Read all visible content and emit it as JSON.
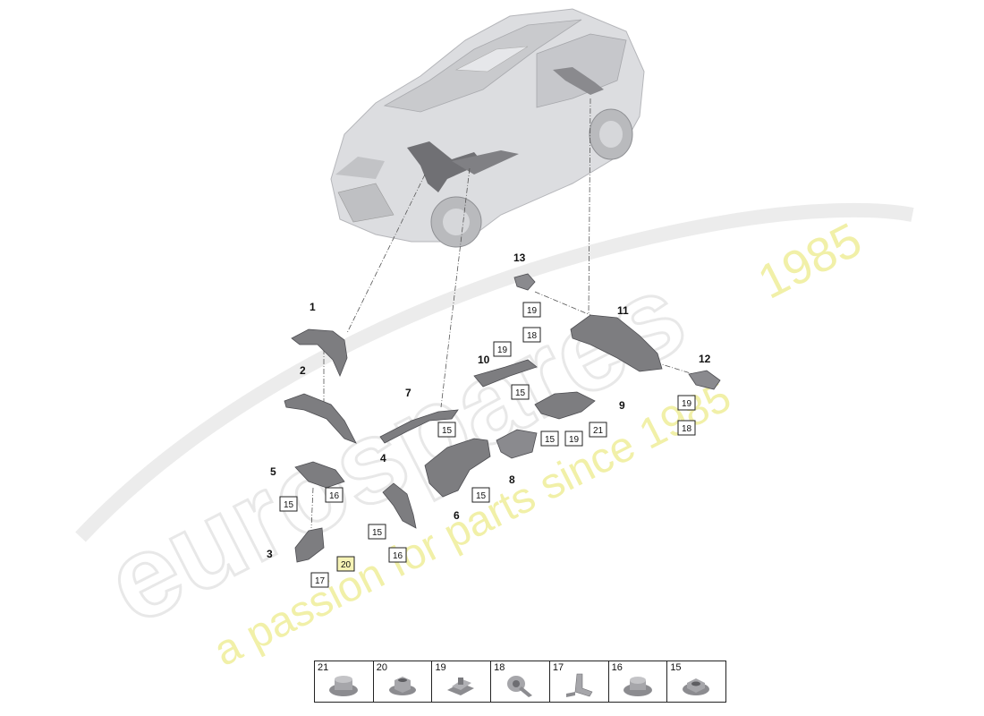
{
  "watermark": {
    "brand": "eurospares",
    "tagline": "a passion for parts since 1985"
  },
  "callouts": {
    "p1": "1",
    "p2": "2",
    "p3": "3",
    "p4": "4",
    "p5": "5",
    "p6": "6",
    "p7": "7",
    "p8": "8",
    "p9": "9",
    "p10": "10",
    "p11": "11",
    "p12": "12",
    "p13": "13"
  },
  "boxed_refs": {
    "b13_19": "19",
    "b13_18": "18",
    "b12_19": "19",
    "b12_18": "18",
    "b10_19": "19",
    "b10_15": "15",
    "b7_15": "15",
    "b9_15": "15",
    "b9_19": "19",
    "b9_21": "21",
    "b6_15": "15",
    "b5_15": "15",
    "b5_16": "16",
    "b4_15": "15",
    "b4_16": "16",
    "b3_17": "17",
    "b3_20": "20"
  },
  "fasteners": [
    {
      "number": "21",
      "icon": "flange-nut-icon"
    },
    {
      "number": "20",
      "icon": "hex-nut-icon"
    },
    {
      "number": "19",
      "icon": "clip-nut-icon"
    },
    {
      "number": "18",
      "icon": "expanding-rivet-icon"
    },
    {
      "number": "17",
      "icon": "bracket-clip-icon"
    },
    {
      "number": "16",
      "icon": "flange-nut-icon"
    },
    {
      "number": "15",
      "icon": "hex-flange-nut-icon"
    }
  ],
  "colors": {
    "car_body": "#d9dadd",
    "part_fill": "#7d7d80",
    "part_dark": "#4e4e52",
    "watermark_yellow": "#f1f0a8",
    "watermark_grey": "#e8e8e8"
  }
}
